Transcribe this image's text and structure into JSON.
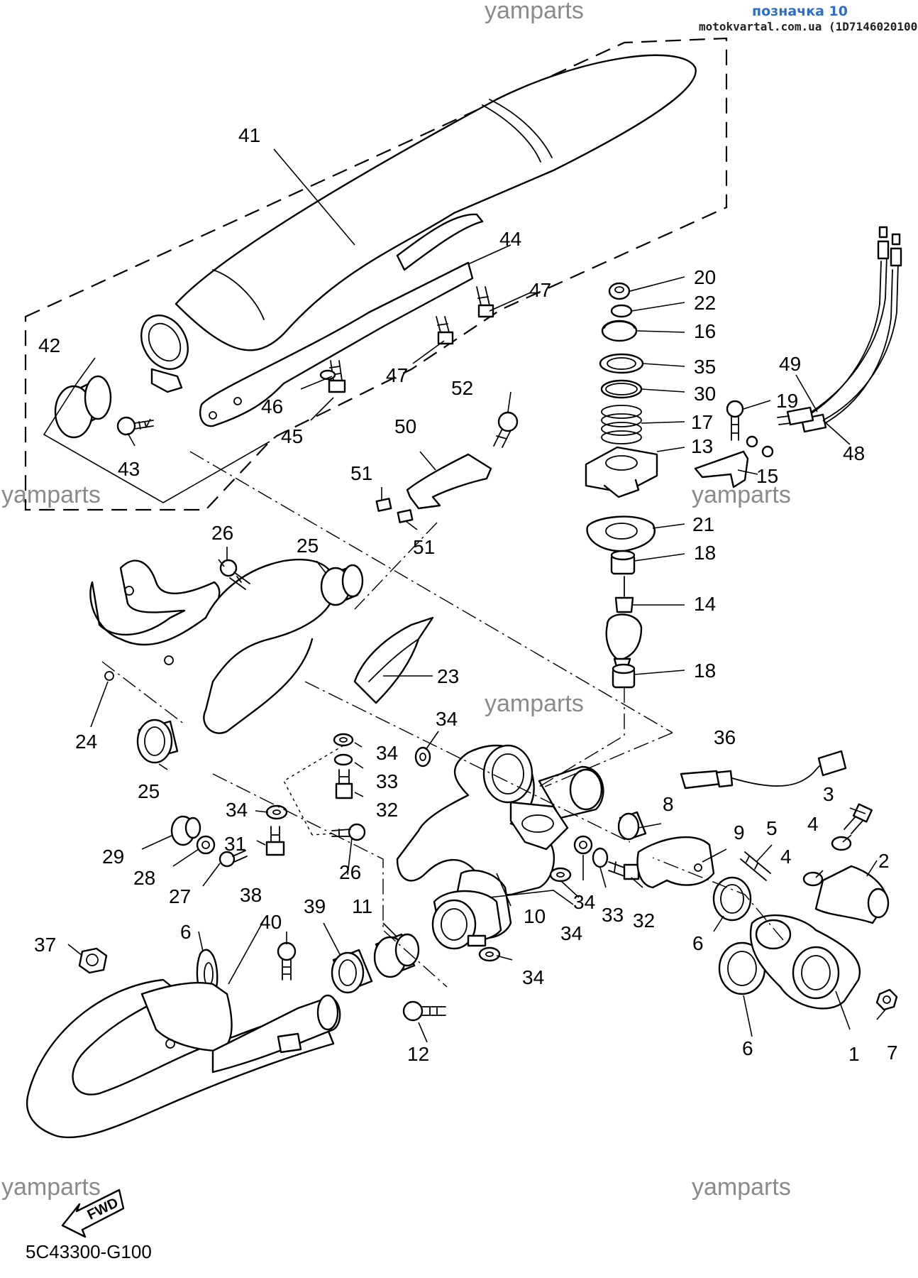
{
  "header": {
    "tag": "позначка 10",
    "source": "motokvartal.com.ua (1D7146020100)"
  },
  "watermark": "yamparts",
  "diagram_code": "5C43300-G100",
  "fwd_label": "FWD",
  "callouts": {
    "p1": "1",
    "p2": "2",
    "p3": "3",
    "p4": "4",
    "p5": "5",
    "p6": "6",
    "p7": "7",
    "p8": "8",
    "p9": "9",
    "p10": "10",
    "p11": "11",
    "p12": "12",
    "p13": "13",
    "p14": "14",
    "p15": "15",
    "p16": "16",
    "p17": "17",
    "p18": "18",
    "p19": "19",
    "p20": "20",
    "p21": "21",
    "p22": "22",
    "p23": "23",
    "p24": "24",
    "p25": "25",
    "p26": "26",
    "p27": "27",
    "p28": "28",
    "p29": "29",
    "p30": "30",
    "p31": "31",
    "p32": "32",
    "p33": "33",
    "p34": "34",
    "p35": "35",
    "p36": "36",
    "p37": "37",
    "p38": "38",
    "p39": "39",
    "p40": "40",
    "p41": "41",
    "p42": "42",
    "p43": "43",
    "p44": "44",
    "p45": "45",
    "p46": "46",
    "p47": "47",
    "p48": "48",
    "p49": "49",
    "p50": "50",
    "p51": "51",
    "p52": "52"
  }
}
